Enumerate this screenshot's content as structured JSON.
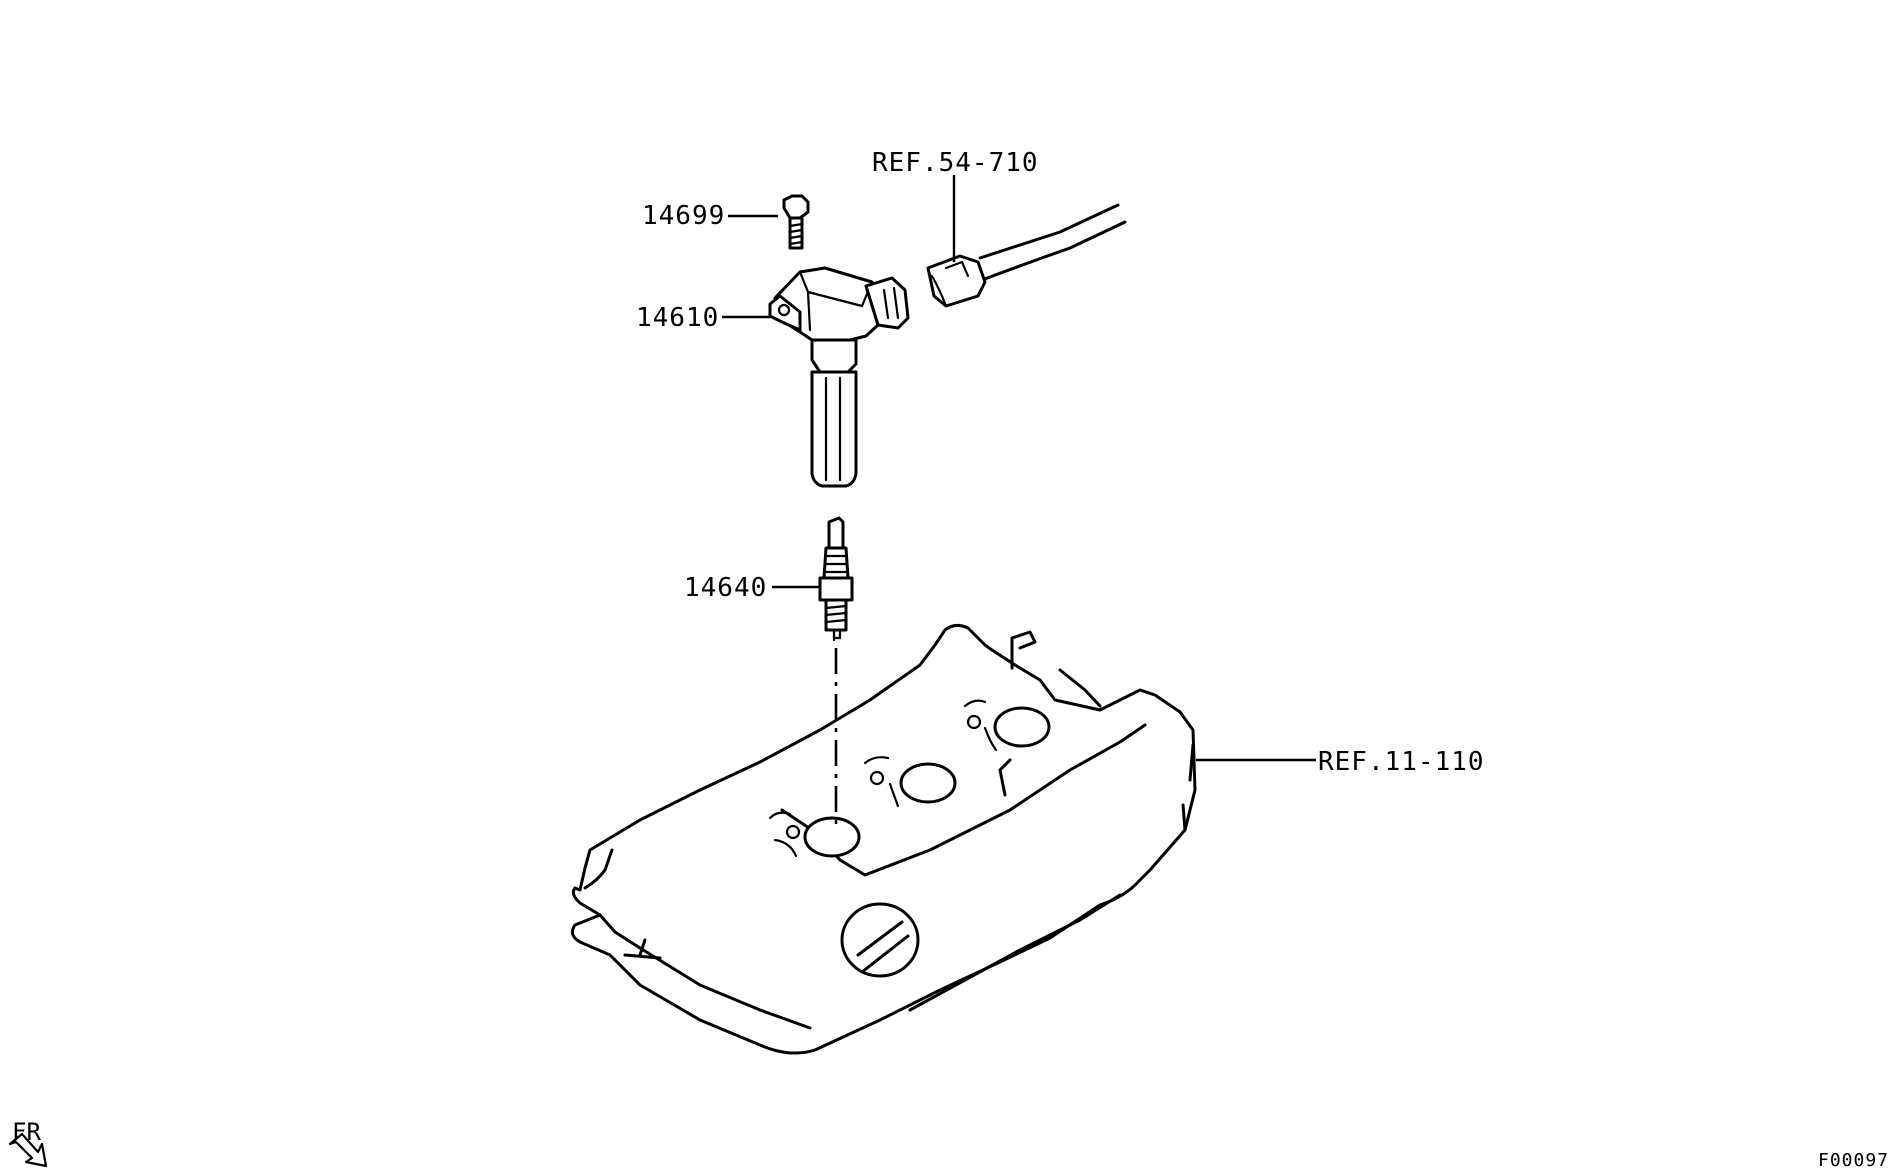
{
  "callouts": {
    "bolt": "14699",
    "ignition_coil": "14610",
    "spark_plug": "14640",
    "harness_ref": "REF.54-710",
    "rocker_cover_ref": "REF.11-110"
  },
  "orientation_label": "FR",
  "figure_code": "F00097",
  "icons": {
    "orientation_arrow": "front-direction-arrow-icon"
  },
  "colors": {
    "line": "#000000",
    "background": "#ffffff"
  }
}
